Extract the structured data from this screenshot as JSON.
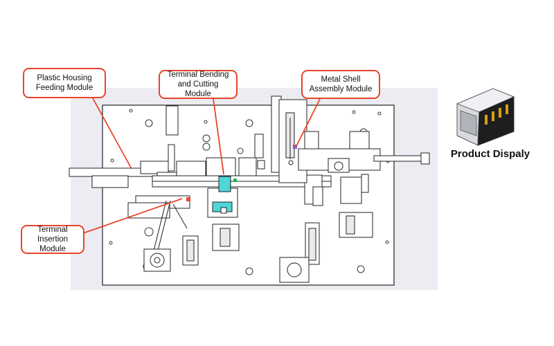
{
  "callouts": {
    "plastic_housing": {
      "line1": "Plastic Housing",
      "line2": "Feeding Module"
    },
    "terminal_bending": {
      "line1": "Terminal Bending",
      "line2": "and Cutting Module"
    },
    "metal_shell": {
      "line1": "Metal Shell",
      "line2": "Assembly Module"
    },
    "terminal_insertion": {
      "line1": "Terminal",
      "line2": "Insertion",
      "line3": "Module"
    }
  },
  "product_label": "Product Dispaly",
  "colors": {
    "callout_border": "#e8442a",
    "leader_line": "#e8442a",
    "background_panel": "#ececf2",
    "plate": "#ffffff",
    "line": "#222222",
    "accent_cyan": "#4fd6d6"
  }
}
